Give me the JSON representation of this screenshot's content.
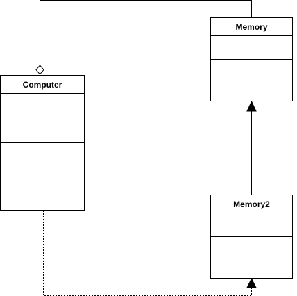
{
  "diagram": {
    "type": "uml-class-diagram",
    "classes": [
      {
        "id": "computer",
        "name": "Computer"
      },
      {
        "id": "memory",
        "name": "Memory"
      },
      {
        "id": "memory2",
        "name": "Memory2"
      }
    ],
    "relationships": [
      {
        "from": "computer",
        "to": "memory",
        "kind": "aggregation",
        "line": "solid",
        "marker": "hollow-diamond"
      },
      {
        "from": "memory2",
        "to": "memory",
        "kind": "generalization",
        "line": "solid",
        "marker": "filled-triangle"
      },
      {
        "from": "computer",
        "to": "memory2",
        "kind": "dependency",
        "line": "dashed",
        "marker": "filled-triangle"
      }
    ],
    "colors": {
      "stroke": "#000000",
      "fill": "#ffffff",
      "text": "#000000"
    }
  }
}
